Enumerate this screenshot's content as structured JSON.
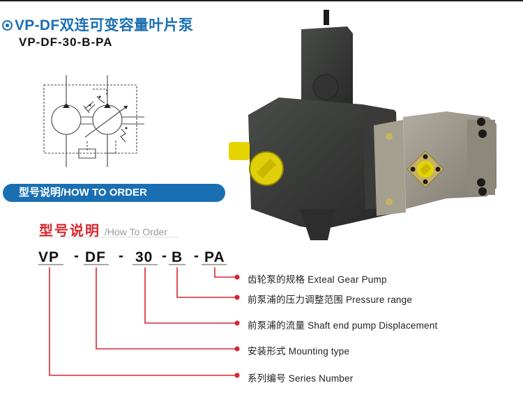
{
  "header": {
    "title_mark": "circle-dot",
    "title": "VP-DF双连可变容量叶片泵",
    "model_code": "VP-DF-30-B-PA"
  },
  "banner": {
    "label": "型号说明/HOW TO ORDER"
  },
  "how_to_order": {
    "title_cn": "型号说明",
    "title_en": "/How To Order",
    "segments": [
      {
        "code": "VP"
      },
      {
        "code": "DF"
      },
      {
        "code": "30"
      },
      {
        "code": "B"
      },
      {
        "code": "PA"
      }
    ],
    "dash": "-",
    "legend": [
      {
        "cn": "齿轮泵的规格",
        "en": "Exteal Gear Pump",
        "segment": "PA"
      },
      {
        "cn": "前泵浦的压力调整范围",
        "en": "Pressure range",
        "segment": "B"
      },
      {
        "cn": "前泵浦的流量",
        "en": "Shaft end pump Displacement",
        "segment": "30"
      },
      {
        "cn": "安装形式",
        "en": "Mounting type",
        "segment": "DF"
      },
      {
        "cn": "系列编号",
        "en": "Series Number",
        "segment": "VP"
      }
    ]
  },
  "images": {
    "schematic": "hydraulic-symbol-double-vane-pump",
    "product_photo": "double-variable-vane-pump-with-gear-pump"
  },
  "colors": {
    "brand_blue": "#1a6fb3",
    "accent_red": "#d9272e",
    "text_dark": "#111111",
    "underline_gray": "#a8a8a8"
  }
}
